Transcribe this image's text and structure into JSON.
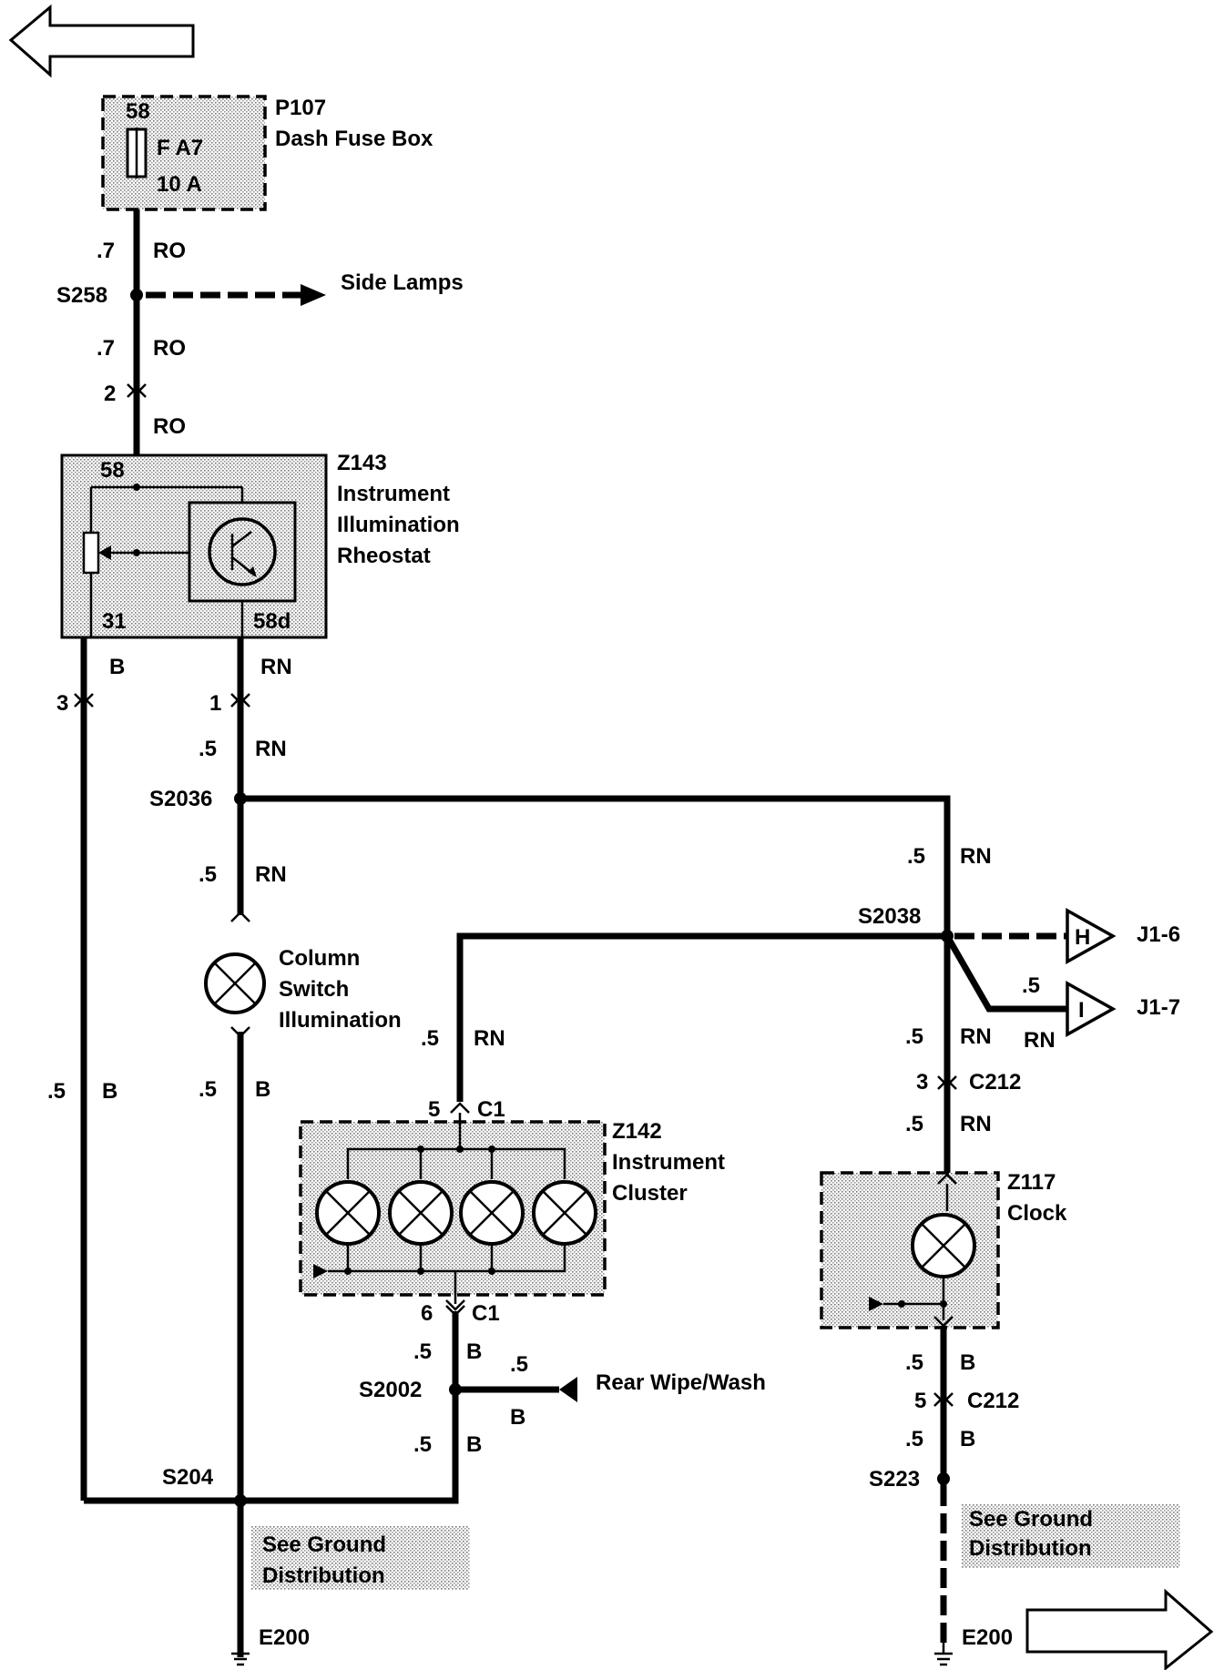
{
  "components": {
    "p107": {
      "id": "P107",
      "name": "Dash Fuse Box",
      "pin": "58",
      "fuse": "F A7",
      "rating": "10 A"
    },
    "z143": {
      "id": "Z143",
      "name_l1": "Instrument",
      "name_l2": "Illumination",
      "name_l3": "Rheostat",
      "pin_58": "58",
      "pin_31": "31",
      "pin_58d": "58d"
    },
    "column_switch": {
      "l1": "Column",
      "l2": "Switch",
      "l3": "Illumination"
    },
    "z142": {
      "id": "Z142",
      "name_l1": "Instrument",
      "name_l2": "Cluster"
    },
    "z117": {
      "id": "Z117",
      "name": "Clock"
    }
  },
  "splices": {
    "s258": "S258",
    "s2036": "S2036",
    "s2038": "S2038",
    "s2002": "S2002",
    "s204": "S204",
    "s223": "S223"
  },
  "connectors": {
    "pin_2": "2",
    "pin_3": "3",
    "pin_1": "1",
    "c1_top_pin": "5",
    "c1_top": "C1",
    "c1_bot_pin": "6",
    "c1_bot": "C1",
    "c212_top_pin": "3",
    "c212_top": "C212",
    "c212_bot_pin": "5",
    "c212_bot": "C212"
  },
  "wires": {
    "w1_size": ".7",
    "w1_color": "RO",
    "w2_size": ".7",
    "w2_color": "RO",
    "w3_color": "RO",
    "w_b_color": "B",
    "w_rn_color": "RN",
    "w4_size": ".5",
    "w4_color": "RN",
    "w5_size": ".5",
    "w5_color": "RN",
    "w6_size": ".5",
    "w6_color": "RN",
    "w7_size": ".5",
    "w7_color": "RN",
    "w8_size": ".5",
    "w8_color": "RN",
    "w9_size": ".5",
    "w9_color": "RN",
    "w10_size": ".5",
    "w10_color": "RN",
    "w11_size": ".5",
    "w11_color": "B",
    "w12_size": ".5",
    "w12_color": "B",
    "w13_size": ".5",
    "w13_color": "B",
    "w14_size": ".5",
    "w14_color": "B",
    "w15_size": ".5",
    "w15_color": "B",
    "w16_size": ".5",
    "w16_color": "B",
    "w17_size": ".5",
    "w17_color": "B"
  },
  "destinations": {
    "side_lamps": "Side Lamps",
    "rear_wipe": "Rear Wipe/Wash",
    "j1_6": "J1-6",
    "j1_6_letter": "H",
    "j1_7": "J1-7",
    "j1_7_letter": "I"
  },
  "grounds": {
    "ground_note_l1": "See Ground",
    "ground_note_l2": "Distribution",
    "ground_note2_l1": "See Ground",
    "ground_note2_l2": "Distribution",
    "e200_left": "E200",
    "e200_right": "E200"
  }
}
